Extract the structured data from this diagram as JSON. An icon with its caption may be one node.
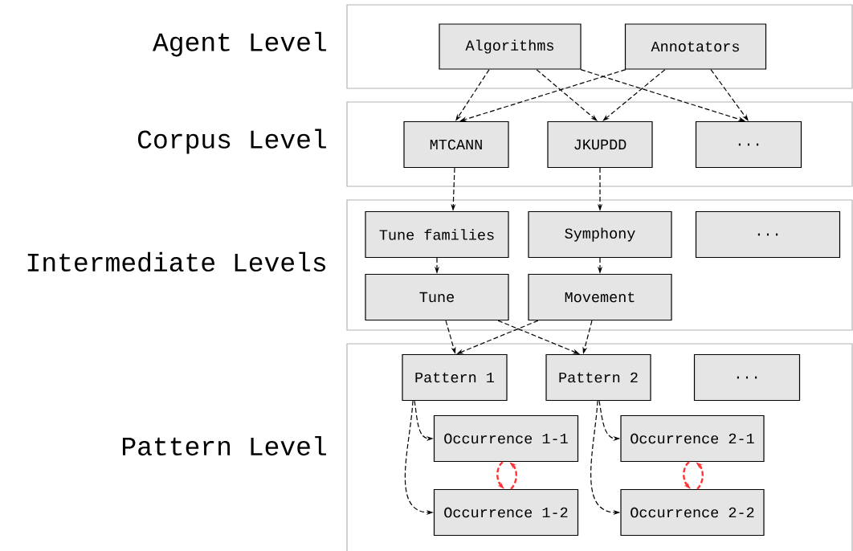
{
  "diagram": {
    "nodes": [
      {
        "text": [
          "Agent Level"
        ]
      },
      {
        "text": [
          "Algorithms"
        ],
        "in": 0
      },
      {
        "text": [
          "Annotators"
        ],
        "in": 0
      },
      {
        "text": [
          "Corpus Level"
        ]
      },
      {
        "text": [
          "MTCANN"
        ],
        "in": 3
      },
      {
        "text": [
          "JKUPDD"
        ],
        "in": 3
      },
      {
        "text": [
          "..."
        ],
        "in": 3
      },
      {
        "text": [
          "Intermediate Levels"
        ]
      },
      {
        "text": [
          "Tune families"
        ],
        "in": 7
      },
      {
        "text": [
          "Symphony"
        ],
        "in": 7
      },
      {
        "text": [
          "..."
        ],
        "in": 7
      },
      {
        "text": [
          "Tune"
        ],
        "in": 7
      },
      {
        "text": [
          "Movement"
        ],
        "in": 7
      },
      {
        "text": [
          "Pattern Level"
        ]
      },
      {
        "text": [
          "Pattern 1"
        ],
        "in": 13
      },
      {
        "text": [
          "Pattern 2"
        ],
        "in": 13
      },
      {
        "text": [
          "..."
        ],
        "in": 13
      },
      {
        "text": [
          "Occurrence 1-1"
        ],
        "in": 13
      },
      {
        "text": [
          "Occurrence 2-1"
        ],
        "in": 13
      },
      {
        "text": [
          "Occurrence 1-2"
        ],
        "in": 13
      },
      {
        "text": [
          "Occurrence 2-2"
        ],
        "in": 13
      }
    ],
    "edges": [
      {
        "from": 1,
        "to": 4,
        "arrow": "to",
        "style": "dashed"
      },
      {
        "from": 1,
        "to": 5,
        "arrow": "to",
        "style": "dashed"
      },
      {
        "from": 1,
        "to": 6,
        "arrow": "to",
        "style": "dashed"
      },
      {
        "from": 2,
        "to": 4,
        "arrow": "to",
        "style": "dashed"
      },
      {
        "from": 2,
        "to": 5,
        "arrow": "to",
        "style": "dashed"
      },
      {
        "from": 2,
        "to": 6,
        "arrow": "to",
        "style": "dashed"
      },
      {
        "from": 4,
        "to": 8,
        "arrow": "to",
        "style": "dashed"
      },
      {
        "from": 5,
        "to": 9,
        "arrow": "to",
        "style": "dashed"
      },
      {
        "from": 8,
        "to": 11,
        "arrow": "to",
        "style": "dashed"
      },
      {
        "from": 9,
        "to": 12,
        "arrow": "to",
        "style": "dashed"
      },
      {
        "from": 11,
        "to": 14,
        "arrow": "to",
        "style": "dashed"
      },
      {
        "from": 11,
        "to": 15,
        "arrow": "to",
        "style": "dashed"
      },
      {
        "from": 12,
        "to": 14,
        "arrow": "to",
        "style": "dashed"
      },
      {
        "from": 12,
        "to": 15,
        "arrow": "to",
        "style": "dashed"
      },
      {
        "from": 14,
        "to": 17,
        "arrow": "to",
        "style": "dashed"
      },
      {
        "from": 14,
        "to": 19,
        "arrow": "to",
        "style": "dashed"
      },
      {
        "from": 15,
        "to": 18,
        "arrow": "to",
        "style": "dashed"
      },
      {
        "from": 15,
        "to": 20,
        "arrow": "to",
        "style": "dashed"
      },
      {
        "from": 17,
        "to": 19,
        "arrow": "to",
        "style": "dashed",
        "color": "#ff3333"
      },
      {
        "from": 19,
        "to": 17,
        "arrow": "to",
        "style": "dashed",
        "color": "#ff3333"
      },
      {
        "from": 18,
        "to": 20,
        "arrow": "to",
        "style": "dashed",
        "color": "#ff3333"
      },
      {
        "from": 20,
        "to": 18,
        "arrow": "to",
        "style": "dashed",
        "color": "#ff3333"
      }
    ]
  }
}
